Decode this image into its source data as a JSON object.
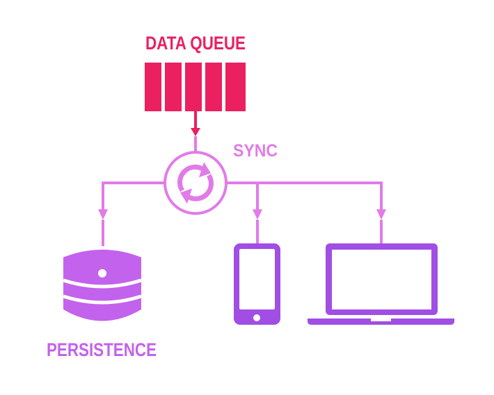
{
  "labels": {
    "queue": "DATA QUEUE",
    "sync": "SYNC",
    "persistence": "PERSISTENCE"
  },
  "colors": {
    "queue": "#ea2060",
    "sync": "#e17be8",
    "device": "#a04ee4",
    "database": "#c362ec",
    "background": "#ffffff"
  },
  "icons": {
    "queue": "queue-icon",
    "sync": "sync-arrows-icon",
    "database": "database-icon",
    "phone": "phone-icon",
    "laptop": "laptop-icon"
  }
}
